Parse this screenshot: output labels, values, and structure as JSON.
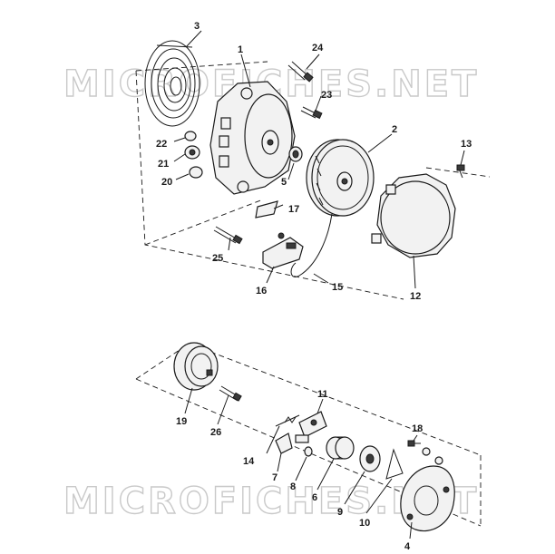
{
  "watermark": {
    "top": "MICROFICHES.NET",
    "bottom": "MICROFICHES.NET"
  },
  "callouts": {
    "c1": "1",
    "c2": "2",
    "c3": "3",
    "c4": "4",
    "c5": "5",
    "c6": "6",
    "c7": "7",
    "c8": "8",
    "c9": "9",
    "c10": "10",
    "c11": "11",
    "c12": "12",
    "c13": "13",
    "c14": "14",
    "c15": "15",
    "c16": "16",
    "c17": "17",
    "c18": "18",
    "c19": "19",
    "c20": "20",
    "c21": "21",
    "c22": "22",
    "c23": "23",
    "c24": "24",
    "c25": "25",
    "c26": "26"
  }
}
